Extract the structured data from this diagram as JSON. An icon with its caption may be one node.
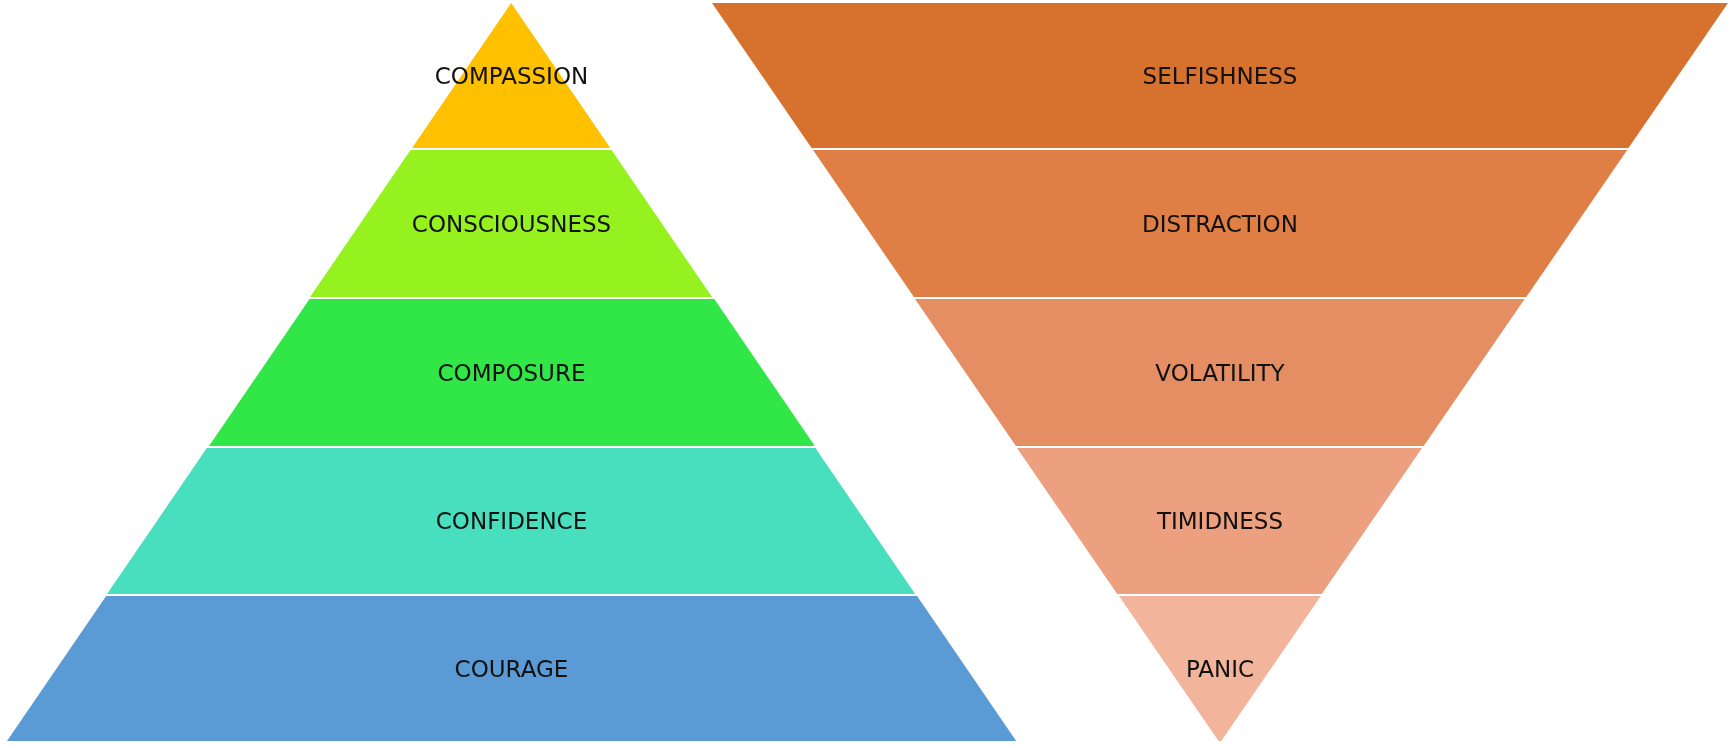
{
  "diagram": {
    "nodes": [
      {
        "text": [
          "COMPASSION"
        ]
      },
      {
        "text": [
          "CONSCIOUSNESS"
        ]
      },
      {
        "text": [
          "COMPOSURE"
        ]
      },
      {
        "text": [
          "CONFIDENCE"
        ]
      },
      {
        "text": [
          "COURAGE"
        ]
      },
      {
        "text": [
          "SELFISHNESS"
        ]
      },
      {
        "text": [
          "DISTRACTION"
        ]
      },
      {
        "text": [
          "VOLATILITY"
        ]
      },
      {
        "text": [
          "TIMIDNESS"
        ]
      },
      {
        "text": [
          "PANIC"
        ]
      }
    ]
  }
}
